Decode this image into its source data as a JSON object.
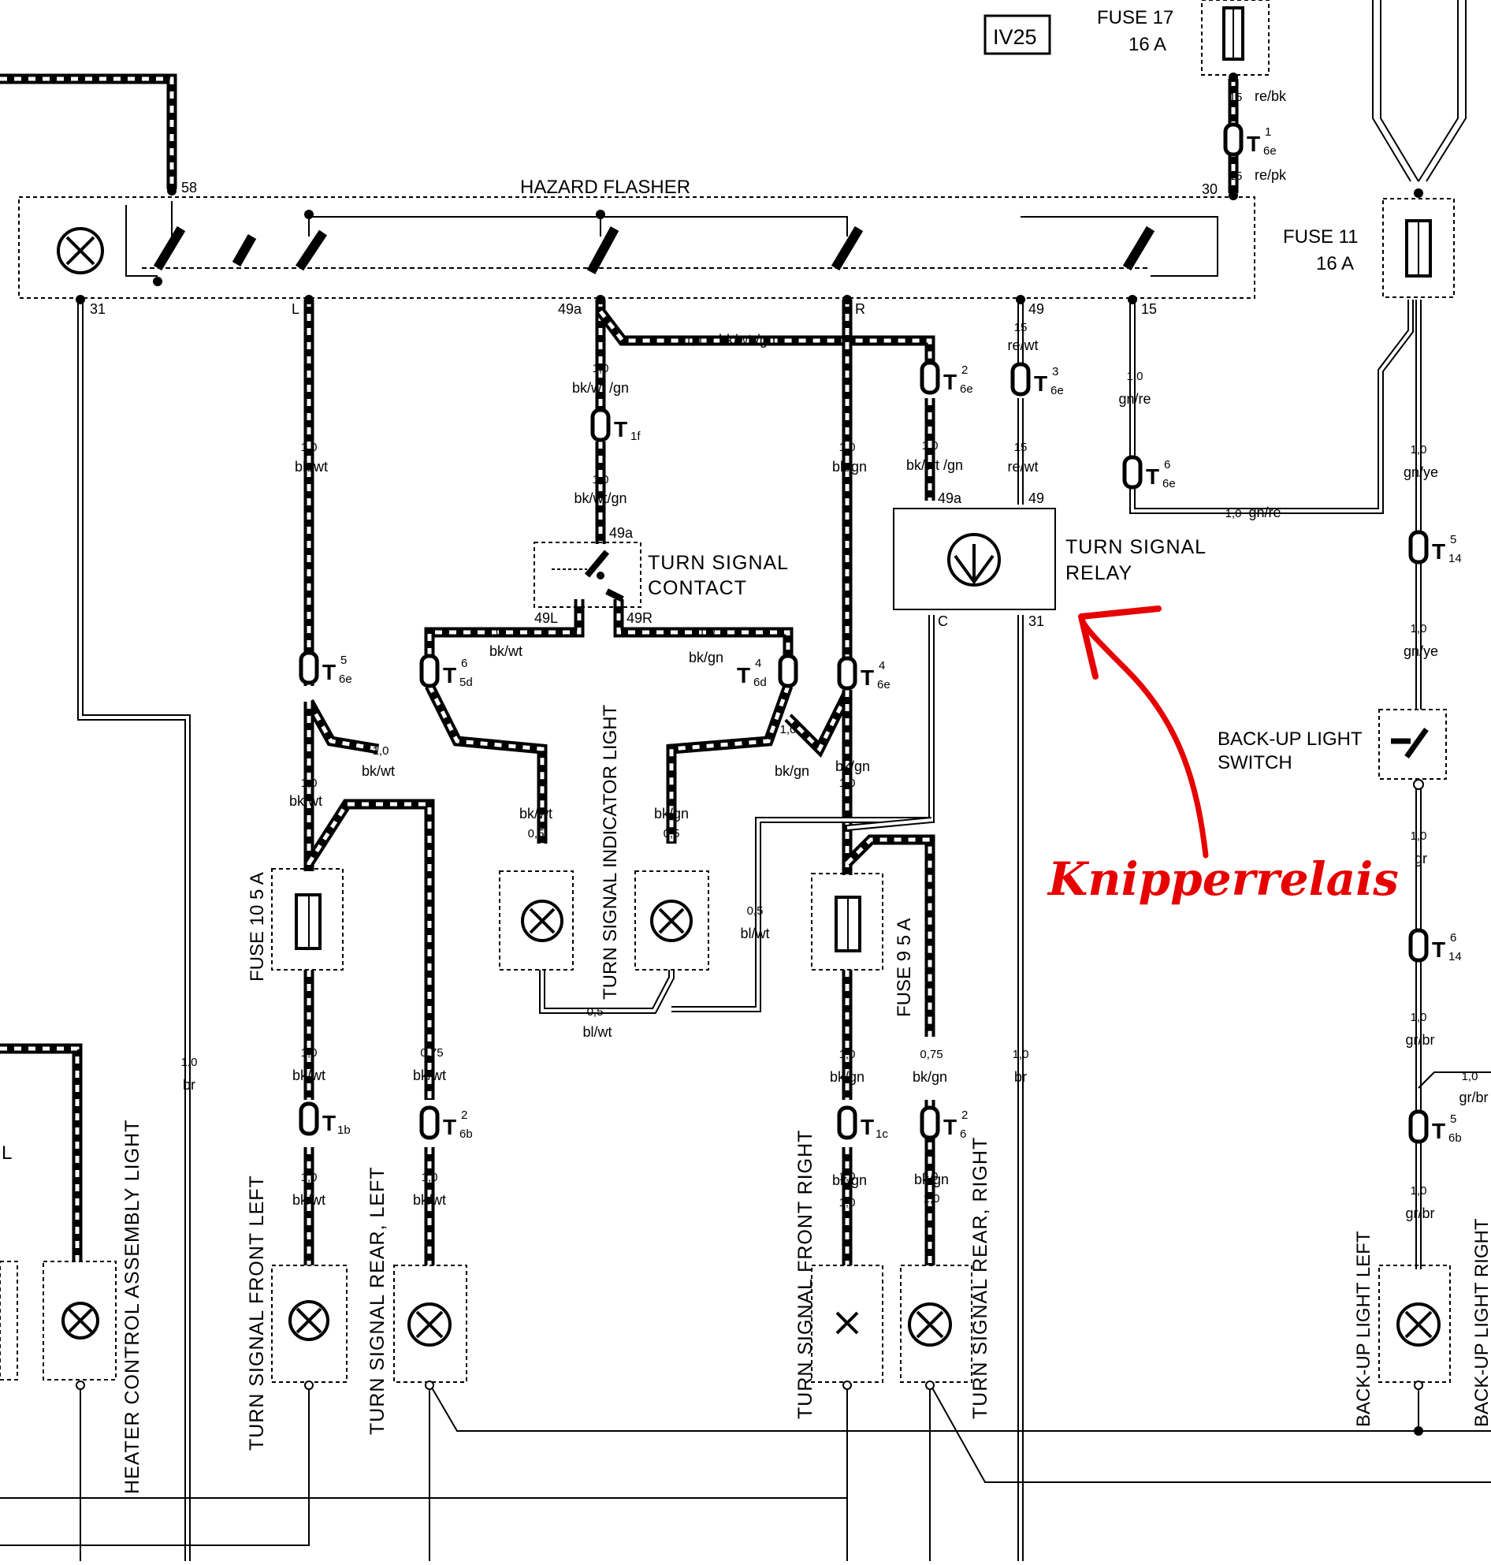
{
  "colors": {
    "ink": "#000000",
    "annotation": "#e60000",
    "paper": "#ffffff"
  },
  "labels": {
    "hazard_flasher": "HAZARD FLASHER",
    "iv25": "IV25",
    "fuse17_a": "FUSE 17",
    "fuse17_b": "16 A",
    "fuse11_a": "FUSE 11",
    "fuse11_b": "16 A",
    "fuse10": "FUSE 10  5 A",
    "fuse9": "FUSE 9  5 A",
    "ts_contact_a": "TURN  SIGNAL",
    "ts_contact_b": "CONTACT",
    "ts_relay_a": "TURN  SIGNAL",
    "ts_relay_b": "RELAY",
    "ts_indicator": "TURN SIGNAL INDICATOR LIGHT",
    "backup_switch_a": "BACK-UP LIGHT",
    "backup_switch_b": "SWITCH",
    "heater_control": "HEATER CONTROL ASSEMBLY LIGHT",
    "ts_front_left": "TURN  SIGNAL  FRONT  LEFT",
    "ts_rear_left": "TURN  SIGNAL REAR,  LEFT",
    "ts_front_right": "TURN  SIGNAL  FRONT  RIGHT",
    "ts_rear_right": "TURN  SIGNAL  REAR,  RIGHT",
    "backup_left": "BACK-UP LIGHT LEFT",
    "backup_right_partial": "BACK-UP LIGHT RIGHT",
    "left_edge_fragment": "L"
  },
  "annotation": {
    "text": "Knipperrelais"
  },
  "terminals": {
    "t58": "58",
    "t30": "30",
    "t31a": "31",
    "tL": "L",
    "t49a_top": "49a",
    "tR": "R",
    "t49_top": "49",
    "t15": "15",
    "t49a_contact": "49a",
    "t49L": "49L",
    "t49R": "49R",
    "t49a_relay": "49a",
    "t49_relay": "49",
    "tC": "C",
    "t31_relay": "31"
  },
  "connectors": {
    "T6e1": {
      "name": "T",
      "sup": "1",
      "sub": "6e"
    },
    "T6e2": {
      "name": "T",
      "sup": "2",
      "sub": "6e"
    },
    "T6e3": {
      "name": "T",
      "sup": "3",
      "sub": "6e"
    },
    "T6e6": {
      "name": "T",
      "sup": "6",
      "sub": "6e"
    },
    "T1f": {
      "name": "T",
      "sup": "",
      "sub": "1f"
    },
    "T6e5": {
      "name": "T",
      "sup": "5",
      "sub": "6e"
    },
    "T5d6": {
      "name": "T",
      "sup": "6",
      "sub": "5d"
    },
    "T6d4": {
      "name": "T",
      "sup": "4",
      "sub": "6d"
    },
    "T6e4": {
      "name": "T",
      "sup": "4",
      "sub": "6e"
    },
    "T14a": {
      "name": "T",
      "sup": "5",
      "sub": "14"
    },
    "T14b": {
      "name": "T",
      "sup": "6",
      "sub": "14"
    },
    "T6b5": {
      "name": "T",
      "sup": "5",
      "sub": "6b"
    },
    "T1b": {
      "name": "T",
      "sup": "",
      "sub": "1b"
    },
    "T6b2": {
      "name": "T",
      "sup": "2",
      "sub": "6b"
    },
    "T1c": {
      "name": "T",
      "sup": "",
      "sub": "1c"
    },
    "T6_2": {
      "name": "T",
      "sup": "2",
      "sub": "6"
    }
  },
  "wires": {
    "w1": {
      "g": "15",
      "c": "re/bk"
    },
    "w2": {
      "g": "15",
      "c": "re/pk"
    },
    "w3": {
      "g": "1,0",
      "c": "bk/wt /gn"
    },
    "w4": {
      "g": "1,0",
      "c": "bk/wt /gn"
    },
    "w5": {
      "g": "1,0",
      "c": "bk/wt/gn"
    },
    "w6": {
      "g": "1,0",
      "c": "bk/wt"
    },
    "w7": {
      "g": "1,0",
      "c": "bk/gn"
    },
    "w8": {
      "g": "1,0",
      "c": "bk/wt /gn"
    },
    "w9": {
      "g": "15",
      "c": "re/wt"
    },
    "w10": {
      "g": "15",
      "c": "re/wt"
    },
    "w11": {
      "g": "1,0",
      "c": "gn/re"
    },
    "w12": {
      "g": "1,0",
      "c": "gn/re"
    },
    "w13": {
      "g": "1,0",
      "c": "gn/ye"
    },
    "w14": {
      "g": "1,0",
      "c": "gn/ye"
    },
    "w15": {
      "g": "1,0",
      "c": "bk/wt"
    },
    "w16": {
      "g": "1,0",
      "c": "bk/gn"
    },
    "w17": {
      "g": "1,0",
      "c": "bk/wt"
    },
    "w18": {
      "g": "1,0",
      "c": "bk/wt"
    },
    "w19": {
      "g": "0,5",
      "c": "bk/wt"
    },
    "w20": {
      "g": "0,5",
      "c": "bk/gn"
    },
    "w21": {
      "g": "1,0",
      "c": "bk/gn"
    },
    "w22": {
      "g": "1,0",
      "c": "bk/gn"
    },
    "w23": {
      "g": "0,5",
      "c": "bl/wt"
    },
    "w24": {
      "g": "0,5",
      "c": "bl/wt"
    },
    "w25": {
      "g": "1,0",
      "c": "br"
    },
    "w26": {
      "g": "1,0",
      "c": "br"
    },
    "w27": {
      "g": "1,0",
      "c": "gr"
    },
    "w28": {
      "g": "1,0",
      "c": "gr/br"
    },
    "w29": {
      "g": "1,0",
      "c": "gr/br"
    },
    "w30": {
      "g": "1,0",
      "c": "gr/br"
    },
    "w31": {
      "g": "1,0",
      "c": "bk/wt"
    },
    "w32": {
      "g": "0,75",
      "c": "bk/wt"
    },
    "w33": {
      "g": "1,0",
      "c": "bk/wt"
    },
    "w34": {
      "g": "1,0",
      "c": "bk/wt"
    },
    "w35": {
      "g": "1,0",
      "c": "bk/gn"
    },
    "w36": {
      "g": "0,75",
      "c": "bk/gn"
    },
    "w37": {
      "g": "1,0",
      "c": "bk/gn"
    },
    "w38": {
      "g": "1,0",
      "c": "bk/gn"
    },
    "w39": {
      "g": "1,0",
      "c": ""
    },
    "w40": {
      "g": "1,0",
      "c": ""
    }
  }
}
